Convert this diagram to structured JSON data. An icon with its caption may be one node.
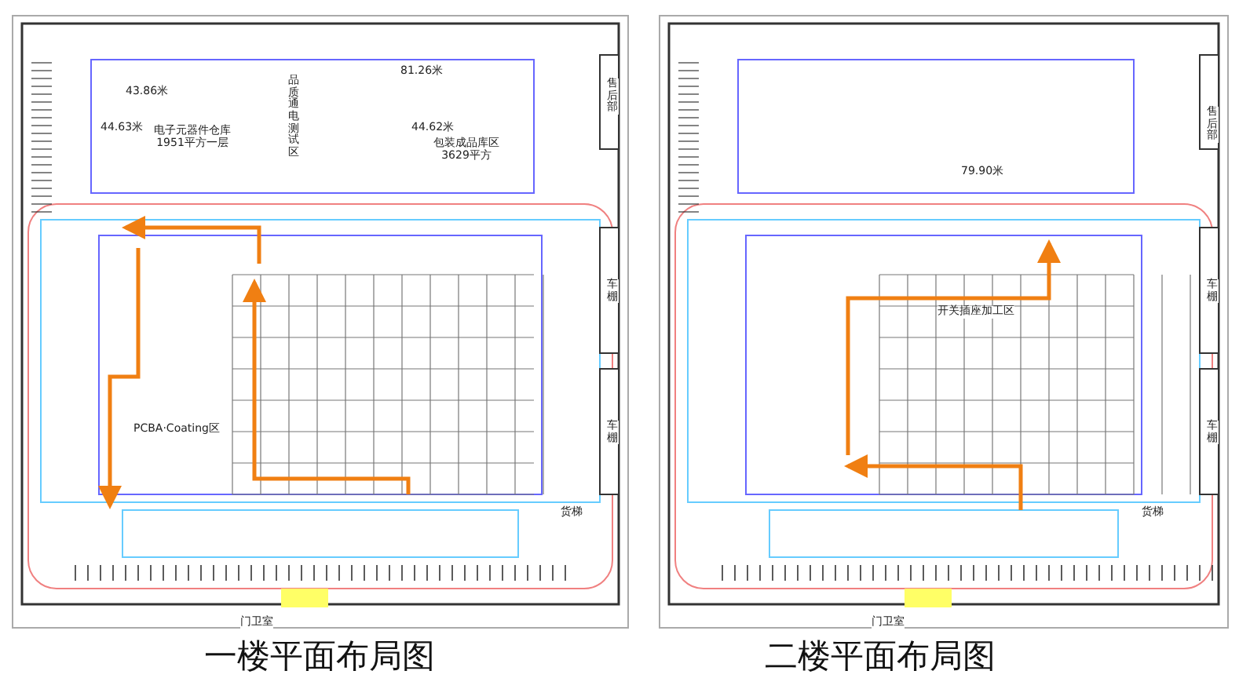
{
  "diagram": {
    "labels": [
      "43.86米",
      "81.26米",
      "44.63米",
      "电子元器件仓库 1951平方一层",
      "品质通电测试区",
      "44.62米",
      "包装成品库区 3629平方",
      "售后部",
      "车棚",
      "车棚",
      "PCBA·Coating区",
      "货梯",
      "门卫室",
      "一楼平面布局图",
      "售后部",
      "79.90米",
      "开关插座加工区",
      "车棚",
      "车棚",
      "货梯",
      "门卫室",
      "二楼平面布局图"
    ]
  }
}
